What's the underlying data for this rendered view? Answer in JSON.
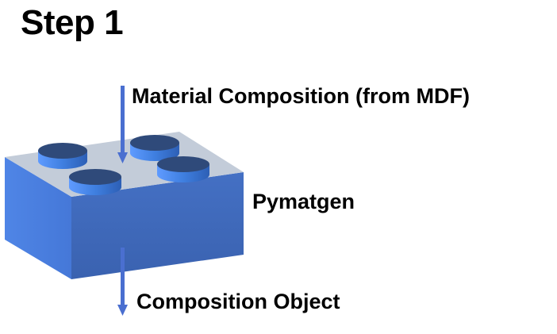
{
  "title": "Step 1",
  "input_label": "Material Composition (from MDF)",
  "module_label": "Pymatgen",
  "output_label": "Composition Object",
  "colors": {
    "block_front": "#3f67b8",
    "block_side": "#3c5ea6",
    "block_left": "#4a7ad6",
    "block_top": "#c2cbd8",
    "stud_side": "#3f7fe0",
    "stud_top": "#2f4a7a",
    "arrow": "#4a6fd0"
  },
  "icons": [
    "lego-brick-icon",
    "arrow-down-icon"
  ]
}
